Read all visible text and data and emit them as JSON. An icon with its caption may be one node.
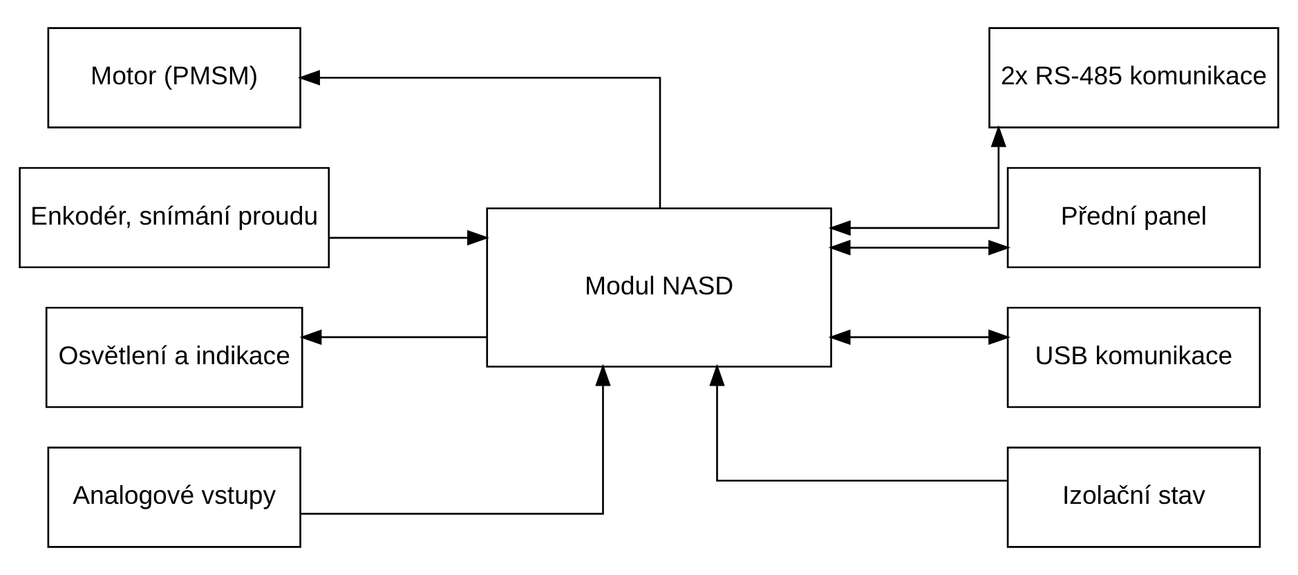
{
  "diagram": {
    "nodes": [
      {
        "text": [
          "Motor (PMSM)"
        ]
      },
      {
        "text": [
          "Enkodér, snímání proudu"
        ]
      },
      {
        "text": [
          "Osvětlení a indikace"
        ]
      },
      {
        "text": [
          "Analogové vstupy"
        ]
      },
      {
        "text": [
          "Modul NASD"
        ]
      },
      {
        "text": [
          "2x RS-485 komunikace"
        ]
      },
      {
        "text": [
          "Přední panel"
        ]
      },
      {
        "text": [
          "USB komunikace"
        ]
      },
      {
        "text": [
          "Izolační stav"
        ]
      }
    ],
    "edges": [
      {
        "from": 4,
        "to": 0,
        "arrow": "to"
      },
      {
        "from": 1,
        "to": 4,
        "arrow": "to"
      },
      {
        "from": 4,
        "to": 2,
        "arrow": "to"
      },
      {
        "from": 3,
        "to": 4,
        "arrow": "to"
      },
      {
        "from": 4,
        "to": 5,
        "arrow": "both"
      },
      {
        "from": 4,
        "to": 6,
        "arrow": "both"
      },
      {
        "from": 4,
        "to": 7,
        "arrow": "both"
      },
      {
        "from": 8,
        "to": 4,
        "arrow": "to"
      }
    ]
  }
}
